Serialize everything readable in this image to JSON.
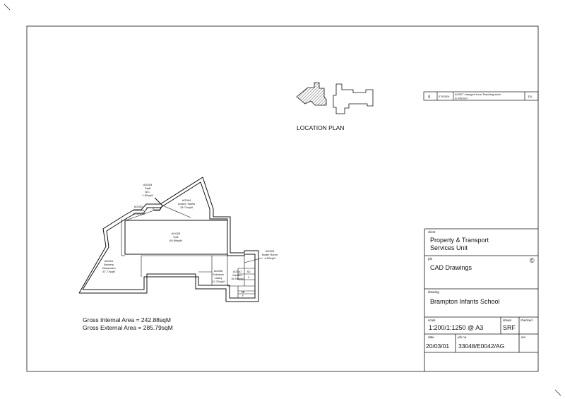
{
  "location_plan": {
    "label": "LOCATION PLAN"
  },
  "revision": {
    "rev": "A",
    "date": "07/03/04",
    "description_line1": "AG007 changed from Teaching store",
    "description_line2": "to Kitchen",
    "initials": "PA"
  },
  "rooms": {
    "ag001": {
      "code": "AG001",
      "name1": "Nursery",
      "name2": "Classroom",
      "area": "57.77sqM"
    },
    "ag002": {
      "code": "AG002",
      "name": "Corridors",
      "area": "10.45sqM"
    },
    "ag003": {
      "code": "AG003",
      "name": "Staff",
      "name2": "W.C.",
      "area": "1.82sqM"
    },
    "ag004": {
      "code": "AG004",
      "name": "Unisex Toilets",
      "area": "28.71sqM"
    },
    "ag005": {
      "code": "AG005",
      "name": "Hall",
      "area": "60.89sqM"
    },
    "ag006": {
      "code": "AG006",
      "name": "Entrance",
      "name2": "Lobby",
      "area": "12.37sqM"
    },
    "ag007": {
      "code": "AG007",
      "name": "Kitchen",
      "area": "16.91sqM"
    },
    "ag009": {
      "code": "AG009",
      "name": "Boiler Room",
      "area": "4.52sqM"
    },
    "small_labels": [
      "SD",
      "V",
      "SB",
      "F"
    ]
  },
  "areas": {
    "internal": "Gross Internal Area  = 242.88sqM",
    "external": "Gross External Area  = 285.79sqM"
  },
  "title_block": {
    "client_label": "client",
    "client_line1": "Property & Transport",
    "client_line2": "Services Unit",
    "job_label": "job",
    "job_value": "CAD Drawings",
    "copyright": "©",
    "drawing_label": "drawing",
    "drawing_value": "Brampton Infants School",
    "scale_label": "scale",
    "scale_value": "1:200/1:1250 @ A3",
    "drawn_label": "drawn",
    "drawn_value": "SRF",
    "checked_label": "checked",
    "date_label": "date",
    "date_value": "20/03/01",
    "jobno_label": "job no.",
    "jobno_value": "33048/E0042/AG",
    "rev_label": "rev"
  }
}
